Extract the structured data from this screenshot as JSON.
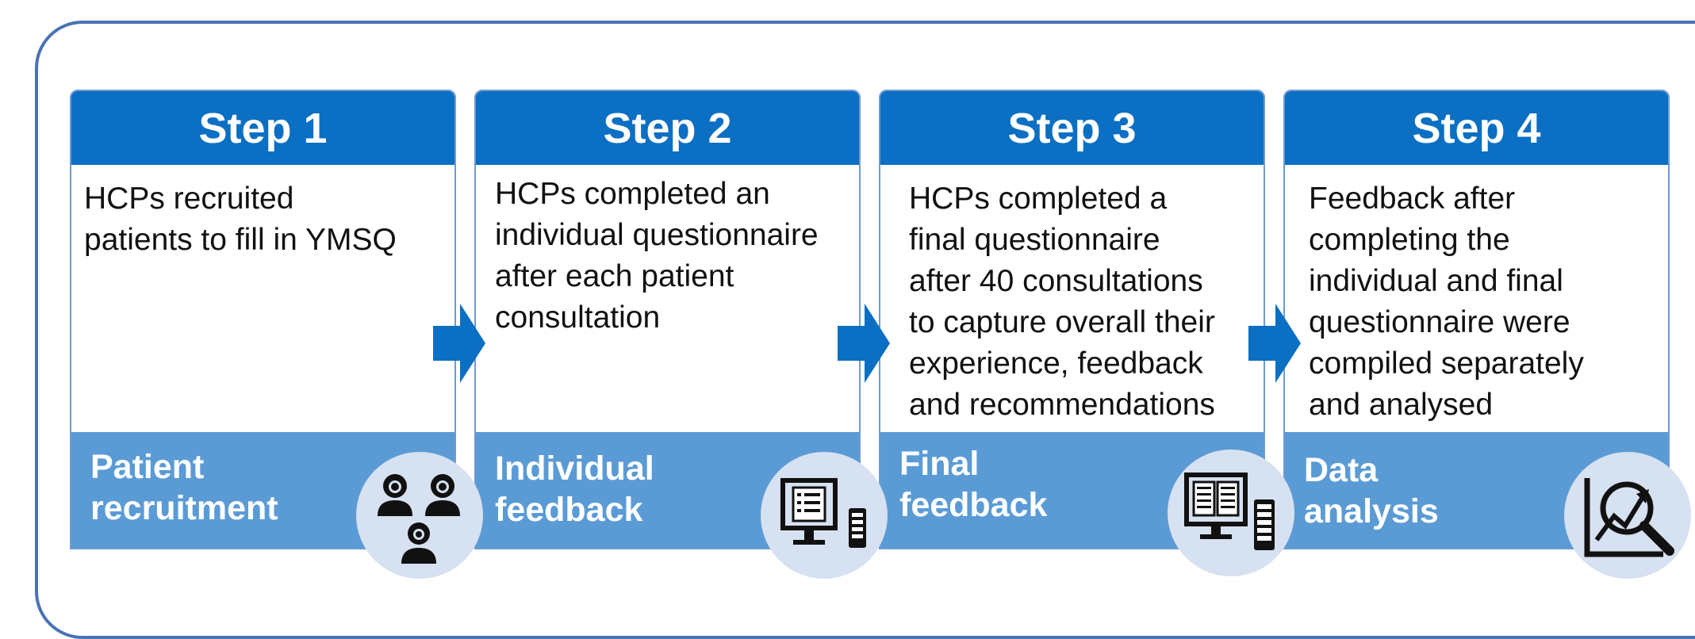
{
  "steps": [
    {
      "title": "Step 1",
      "body": [
        "HCPs recruited",
        "patients to fill in YMSQ"
      ],
      "footer": [
        "Patient",
        "recruitment"
      ],
      "icon": "healthcare-team-icon"
    },
    {
      "title": "Step 2",
      "body": [
        "HCPs completed an",
        "individual questionnaire",
        "after each patient",
        "consultation"
      ],
      "footer": [
        "Individual",
        "feedback"
      ],
      "icon": "monitor-questionnaire-icon"
    },
    {
      "title": "Step 3",
      "body": [
        "HCPs completed a",
        "final questionnaire",
        "after 40 consultations",
        "to capture overall their",
        "experience, feedback",
        "and recommendations"
      ],
      "footer": [
        "Final",
        "feedback"
      ],
      "icon": "monitor-documents-icon"
    },
    {
      "title": "Step 4",
      "body": [
        "Feedback after",
        "completing the",
        "individual and final",
        "questionnaire were",
        "compiled separately",
        "and analysed"
      ],
      "footer": [
        "Data",
        "analysis"
      ],
      "icon": "data-analysis-icon"
    }
  ],
  "colors": {
    "header": "#0b6fc3",
    "footer": "#5b9bd5",
    "badge": "#d6e1f1",
    "frame": "#4a73b5",
    "icon": "#111111"
  }
}
